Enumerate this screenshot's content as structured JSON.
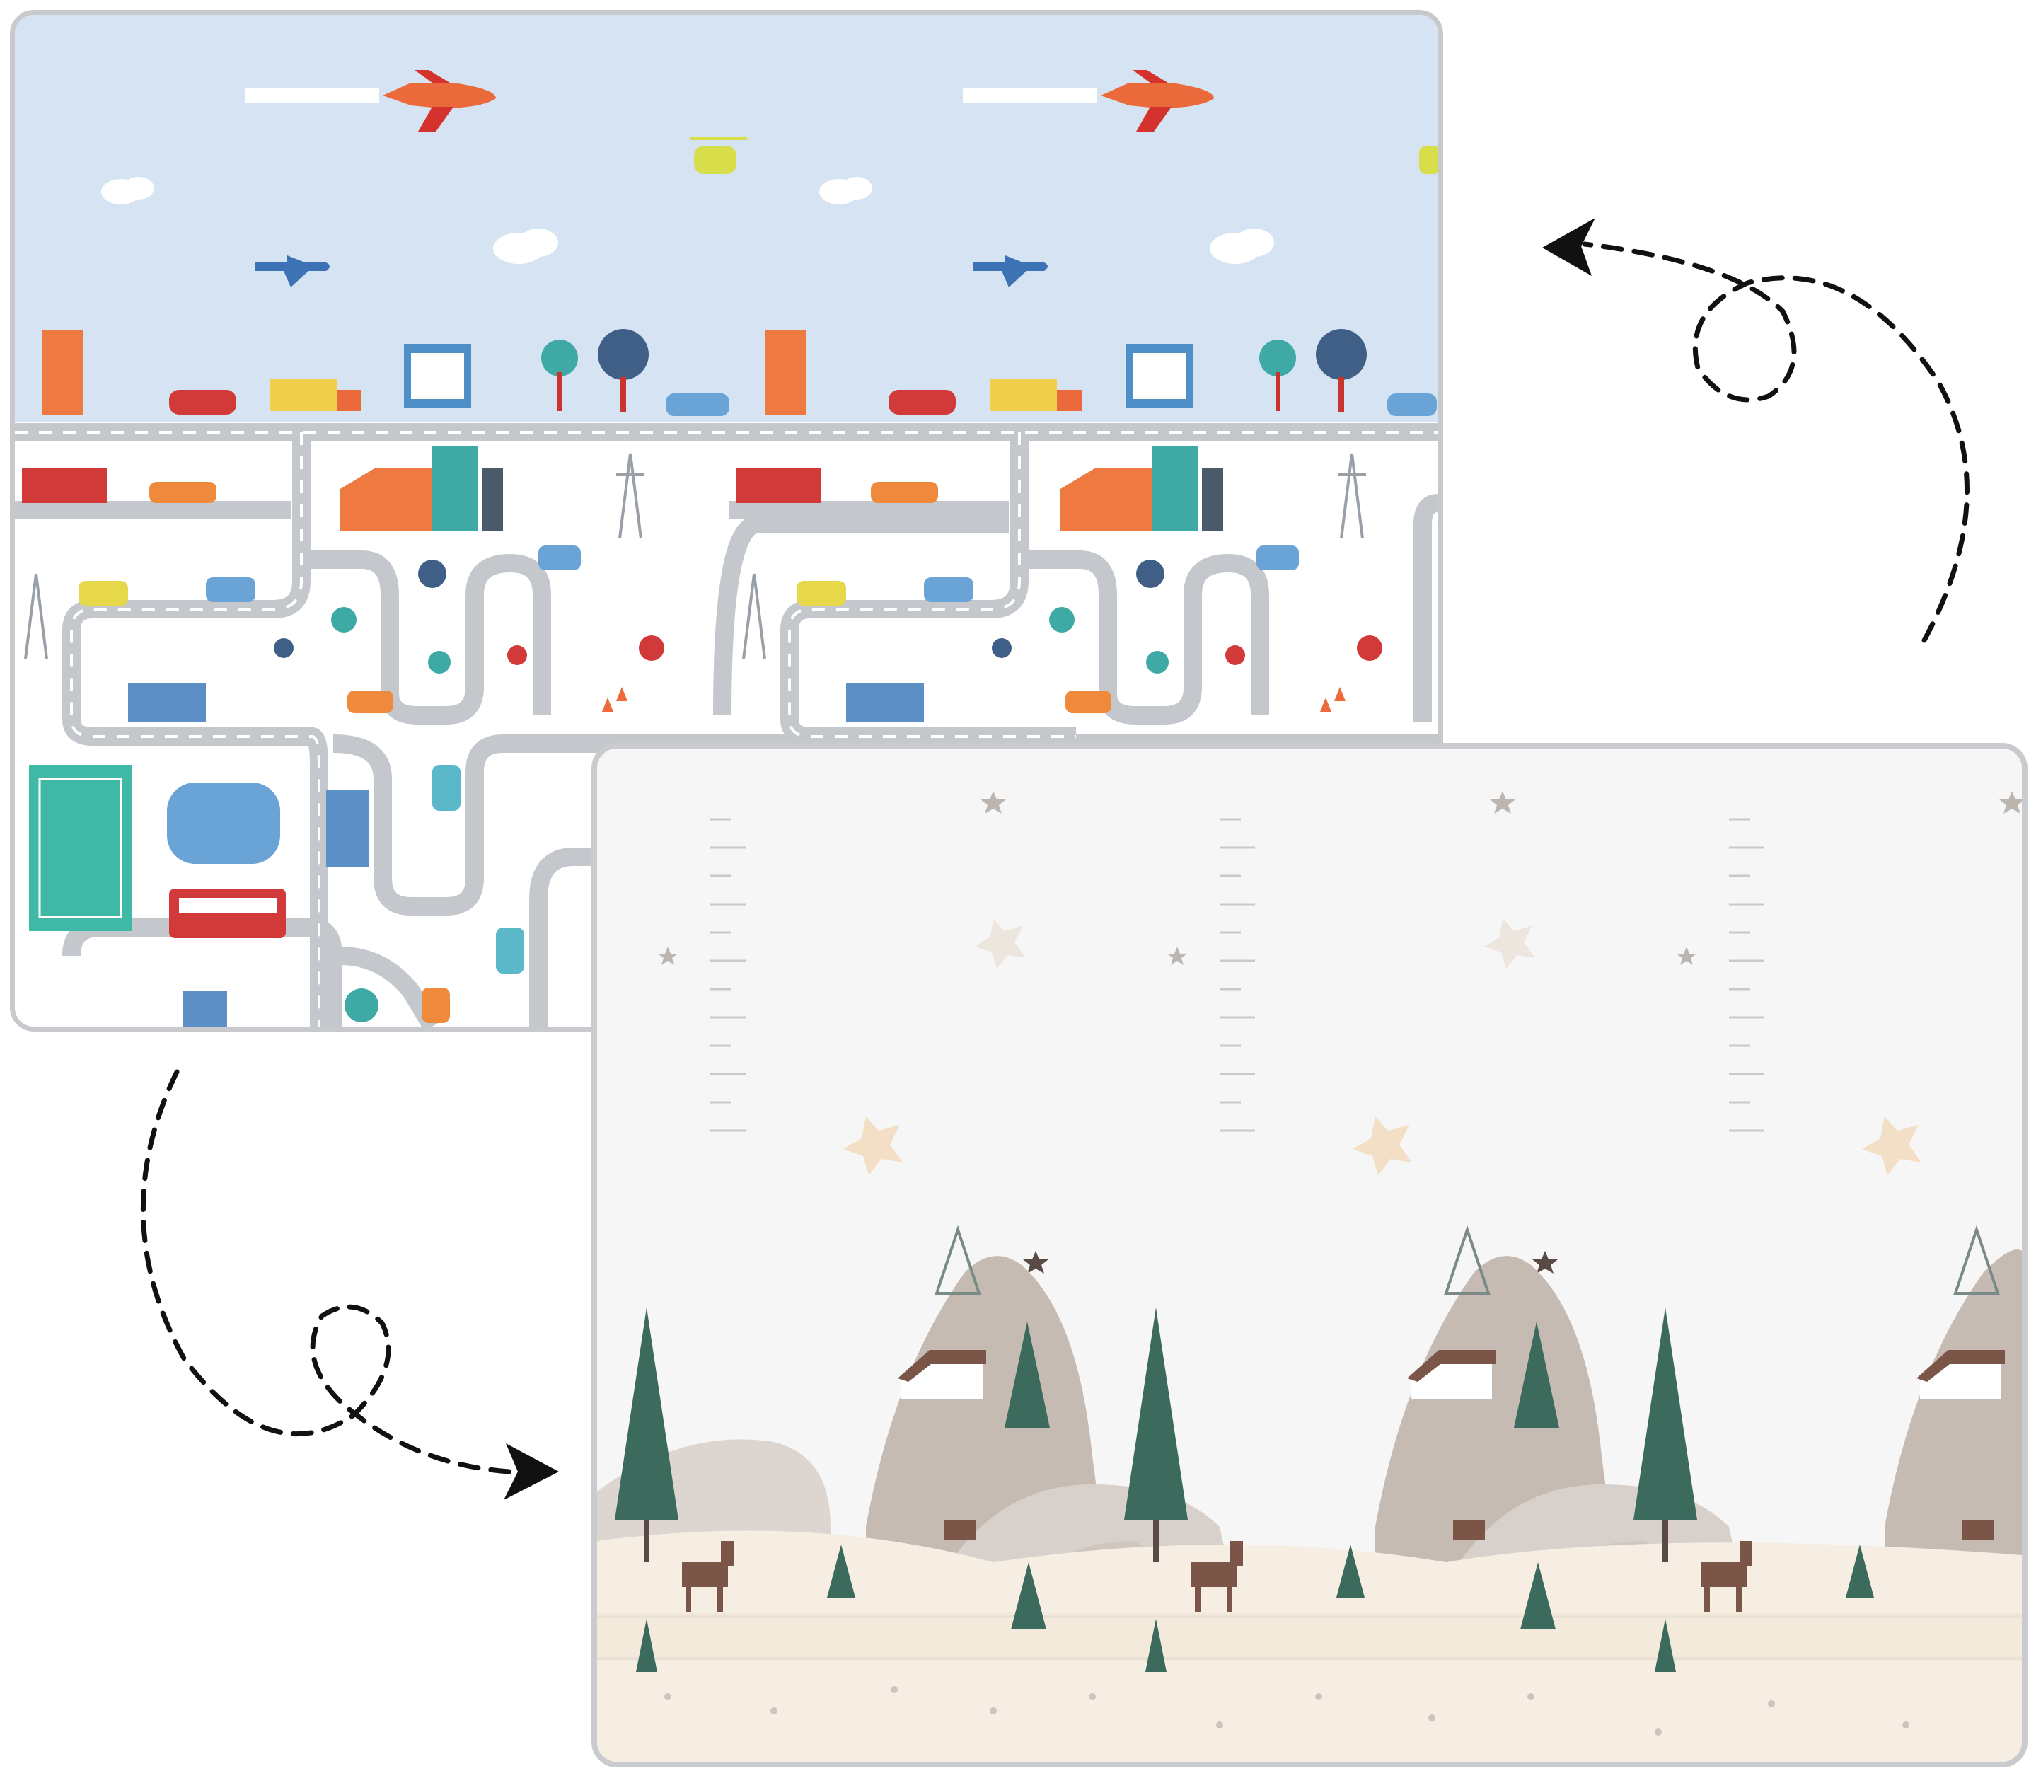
{
  "image": {
    "subject": "reversible-play-mat",
    "sides": [
      {
        "id": "city",
        "theme": "city-roads",
        "background": "#ffffff",
        "sky": "#d5e3f2",
        "road": "#c4c7cc"
      },
      {
        "id": "winter",
        "theme": "winter-forest",
        "background": "#f6f6f6",
        "ground": "#f6eee2",
        "mountain": "#cdc4bd"
      }
    ],
    "arrows": [
      {
        "id": "flip-arrow-top",
        "direction": "to-city-side",
        "style": "dashed-loop"
      },
      {
        "id": "flip-arrow-bottom",
        "direction": "to-winter-side",
        "style": "dashed-loop"
      }
    ],
    "colors": {
      "border": "#c7c9cd",
      "arrow": "#111111"
    }
  }
}
